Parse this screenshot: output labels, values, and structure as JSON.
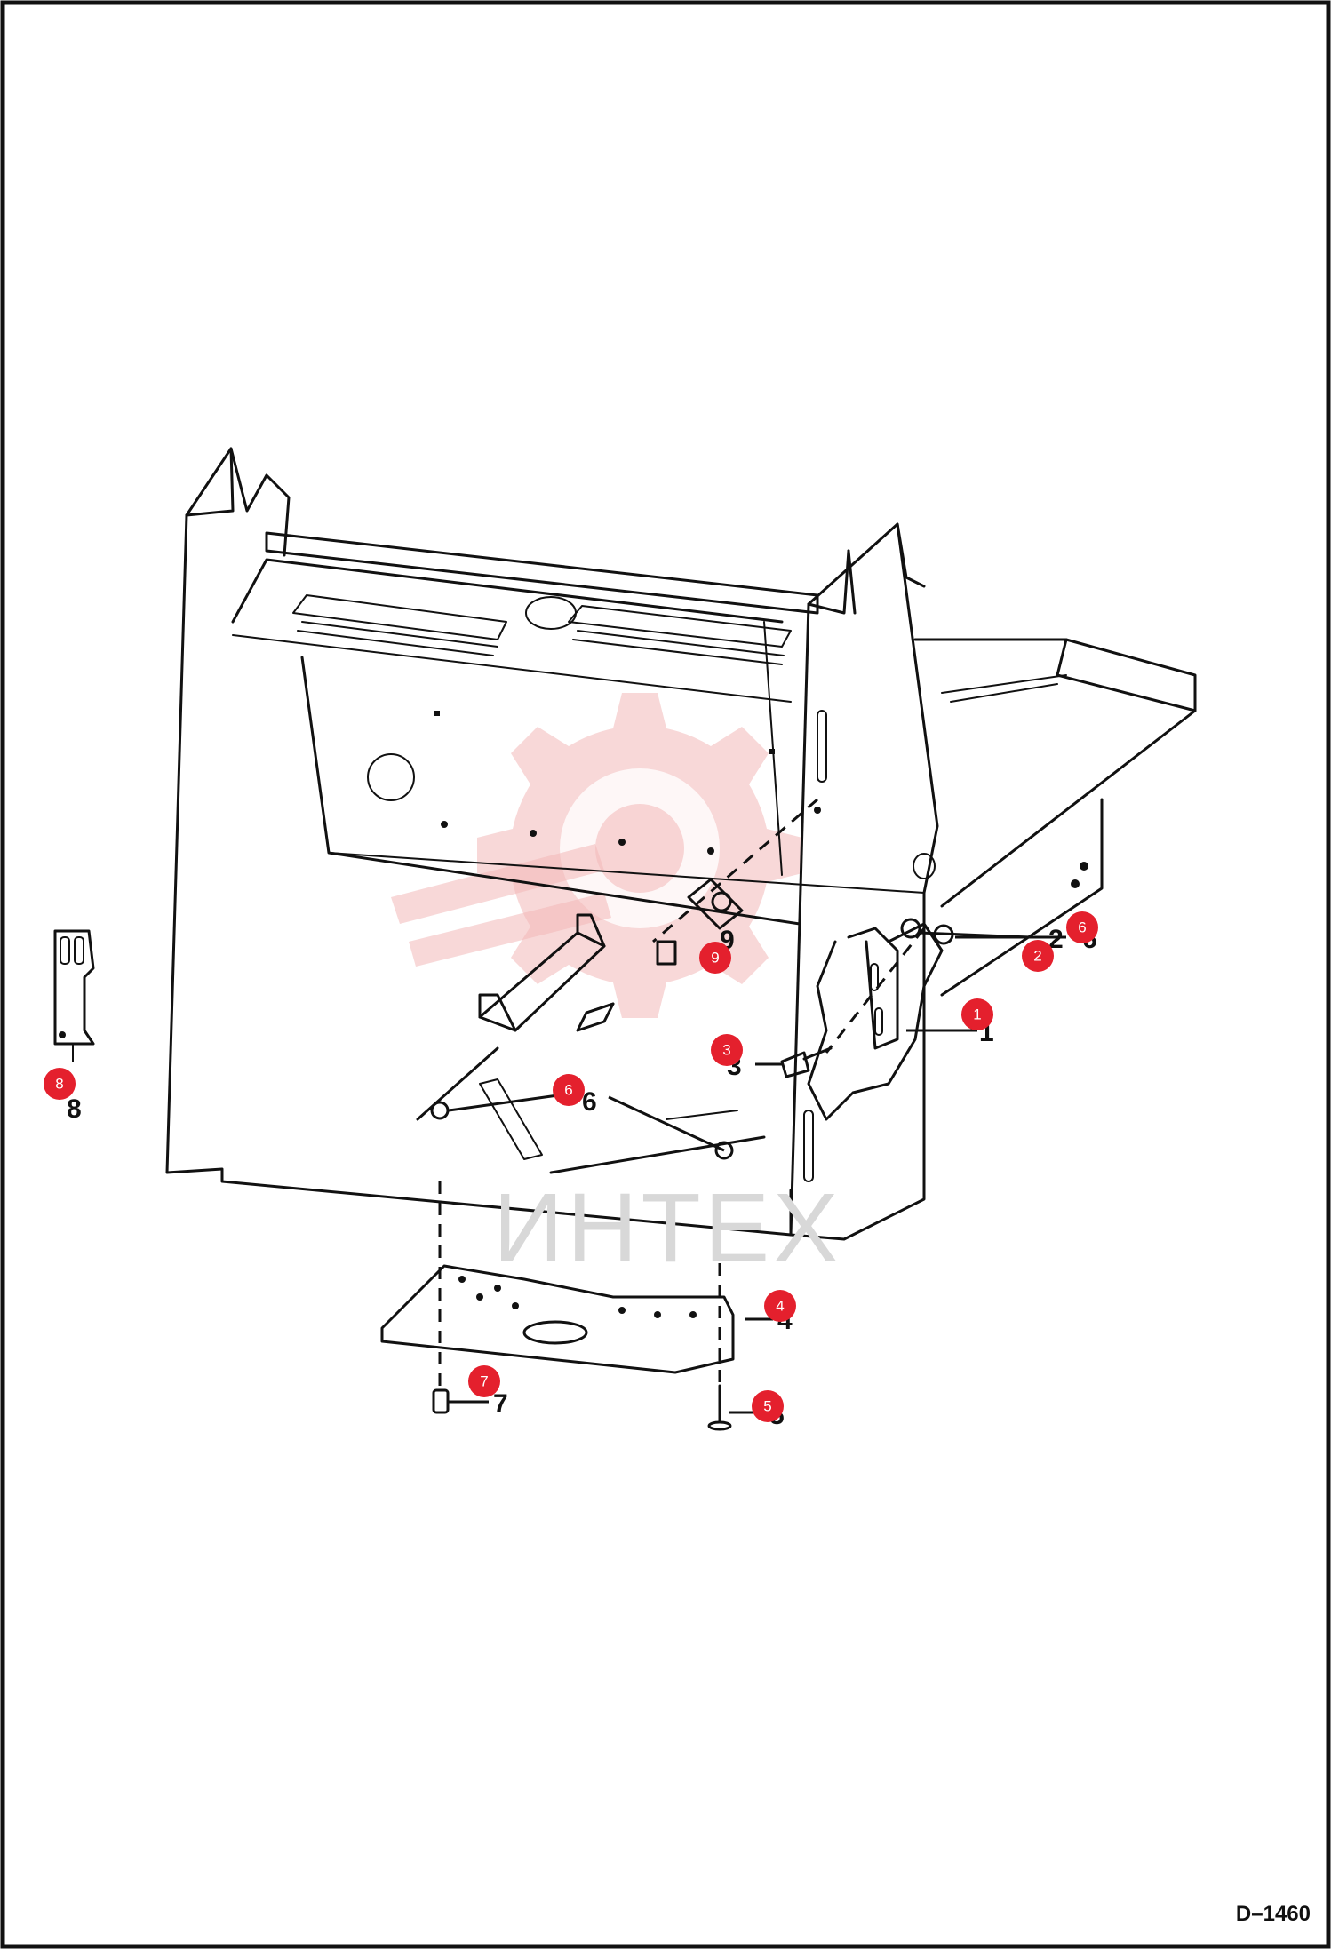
{
  "watermark_text": "ИНТЕХ",
  "drawing_code": "D–1460",
  "callouts": [
    {
      "label": "1",
      "part": "1"
    },
    {
      "label": "2",
      "part": "2"
    },
    {
      "label": "3",
      "part": "3"
    },
    {
      "label": "4",
      "part": "4"
    },
    {
      "label": "5",
      "part": "5"
    },
    {
      "label": "6",
      "part": "6"
    },
    {
      "label": "6",
      "part": "6"
    },
    {
      "label": "7",
      "part": "7"
    },
    {
      "label": "8",
      "part": "8"
    },
    {
      "label": "9",
      "part": "9"
    }
  ],
  "colors": {
    "badge": "#e4202d",
    "line": "#111111",
    "watermark": "#f3b8b8"
  }
}
